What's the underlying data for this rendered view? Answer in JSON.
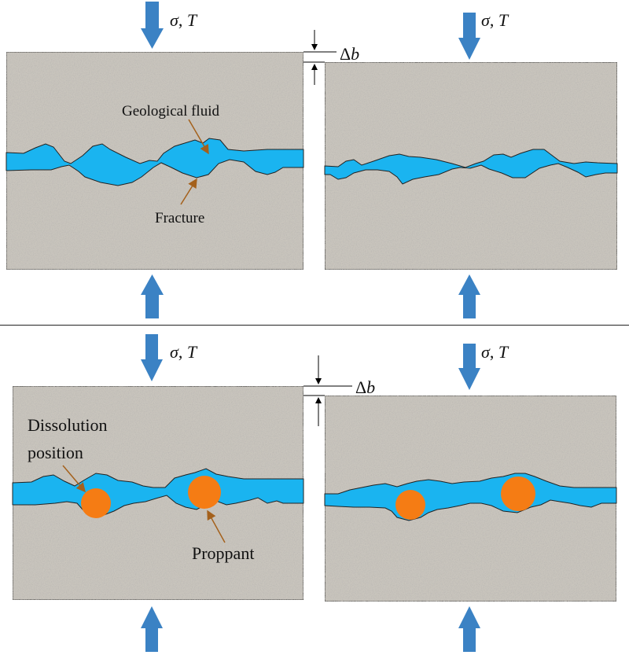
{
  "top_panel": {
    "load_label_sigma": "σ",
    "load_label_sep": ", ",
    "load_label_T": "T",
    "delta_b_symbol": "Δ",
    "delta_b_var": "b",
    "fluid_label": "Geological fluid",
    "fracture_label": "Fracture"
  },
  "bottom_panel": {
    "load_label_sigma": "σ",
    "load_label_sep": ", ",
    "load_label_T": "T",
    "delta_b_symbol": "Δ",
    "delta_b_var": "b",
    "dissolution_label_line1": "Dissolution",
    "dissolution_label_line2": "position",
    "proppant_label": "Proppant"
  },
  "colors": {
    "rock": "#c9c5bd",
    "fluid": "#1ab4f0",
    "arrow": "#3b82c4",
    "proppant": "#f57c14",
    "leader": "#a4611c"
  }
}
